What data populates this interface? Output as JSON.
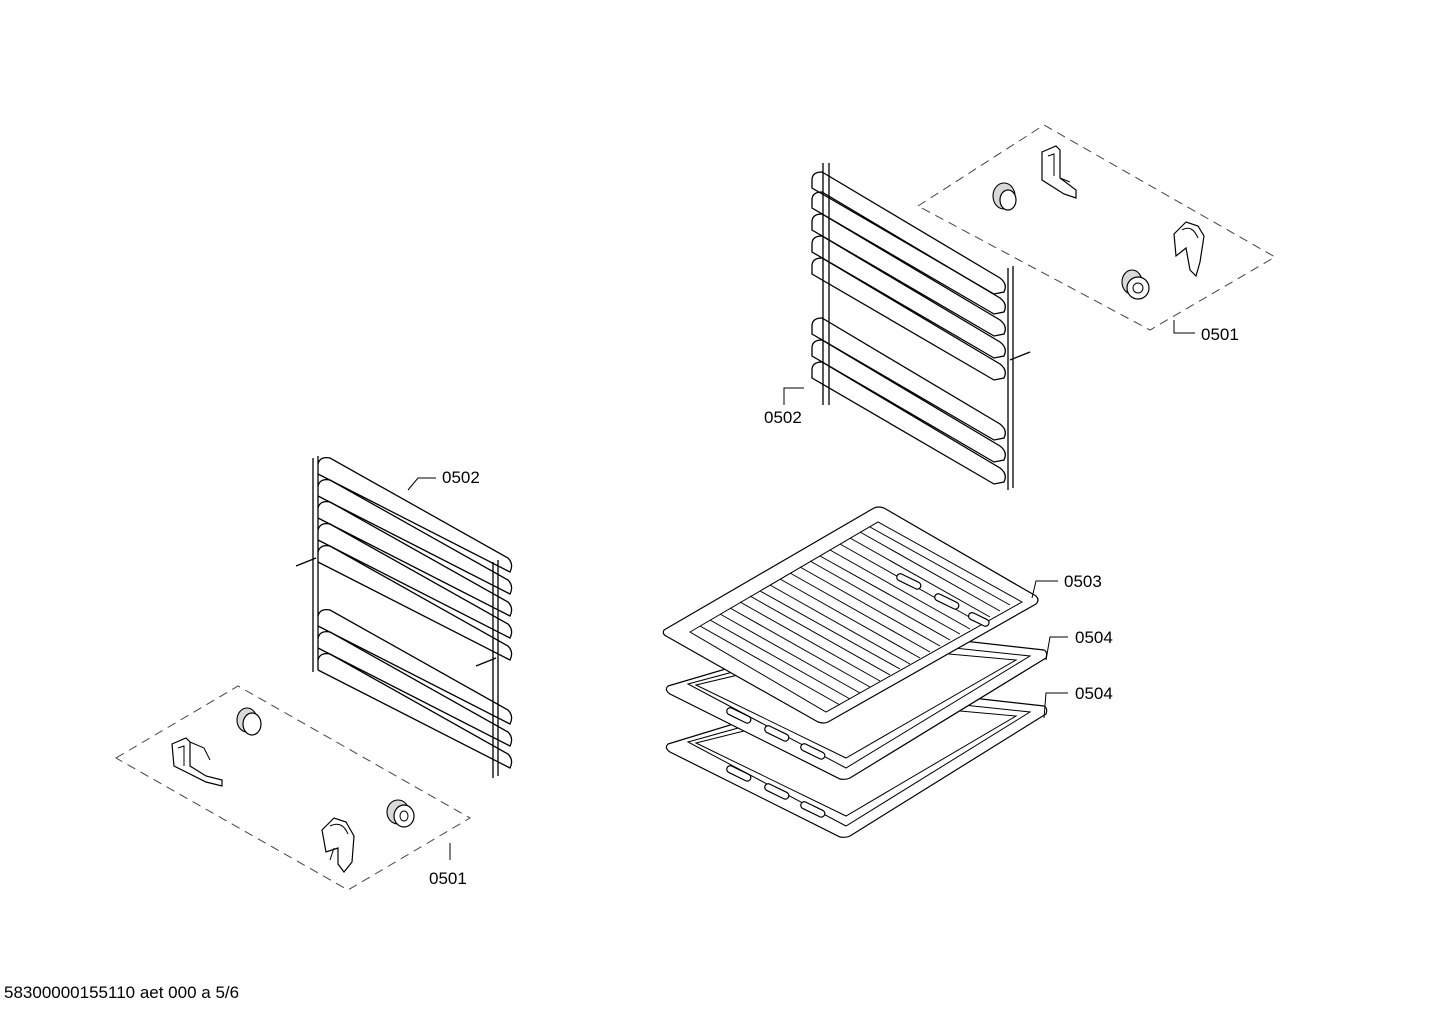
{
  "labels": {
    "rack_right": "0502",
    "rack_left": "0502",
    "clips_right": "0501",
    "clips_left": "0501",
    "grid": "0503",
    "tray_upper": "0504",
    "tray_lower": "0504"
  },
  "footer": {
    "doc_id": "58300000155110 aet 000 a 5/6"
  }
}
